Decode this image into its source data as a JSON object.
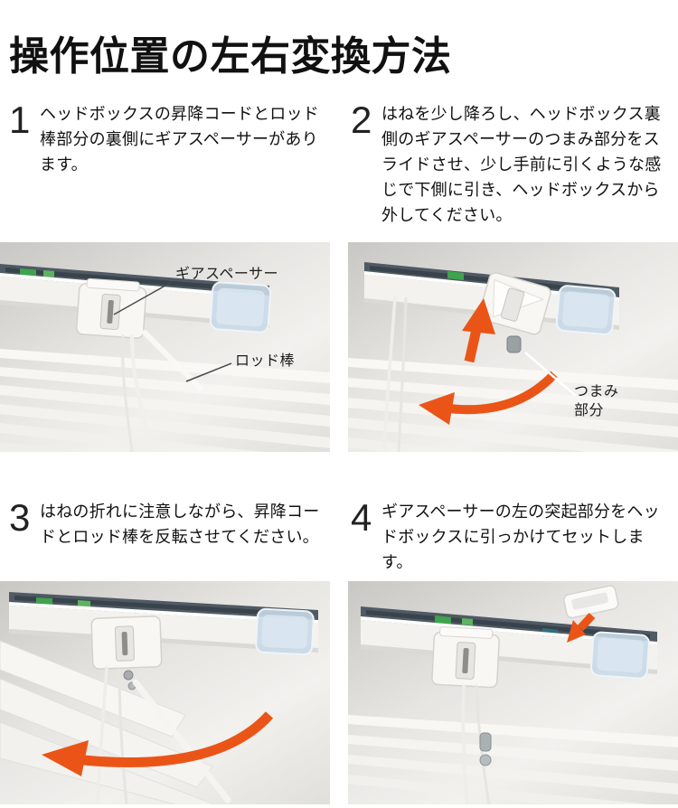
{
  "title": "操作位置の左右変換方法",
  "steps": [
    {
      "number": "1",
      "text": "ヘッドボックスの昇降コードとロッド棒部分の裏側にギアスペーサーがあります。"
    },
    {
      "number": "2",
      "text": "はねを少し降ろし、ヘッドボックス裏側のギアスペーサーのつまみ部分をスライドさせ、少し手前に引くような感じで下側に引き、ヘッドボックスから外してください。"
    },
    {
      "number": "3",
      "text": "はねの折れに注意しながら、昇降コードとロッド棒を反転させてください。"
    },
    {
      "number": "4",
      "text": "ギアスペーサーの左の突起部分をヘッドボックスに引っかけてセットします。"
    }
  ],
  "photos": {
    "photo1": {
      "labels": {
        "gear_spacer": "ギアスペーサー",
        "rod": "ロッド棒"
      }
    },
    "photo2": {
      "labels": {
        "knob": "つまみ部分"
      }
    }
  },
  "colors": {
    "arrow_orange": "#ea5517"
  }
}
